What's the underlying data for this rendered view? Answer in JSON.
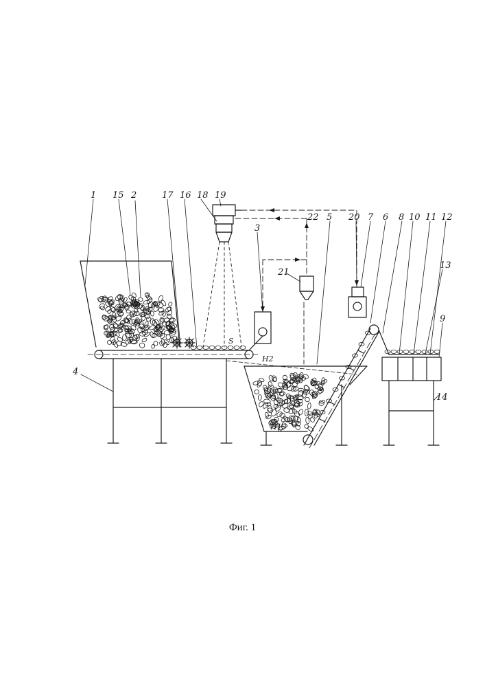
{
  "figure": {
    "caption": "Фиг. 1",
    "callouts": [
      "1",
      "15",
      "2",
      "17",
      "16",
      "18",
      "19",
      "3",
      "22",
      "5",
      "20",
      "7",
      "6",
      "8",
      "10",
      "11",
      "12",
      "13",
      "9",
      "4",
      "14",
      "21"
    ],
    "inline_labels": {
      "s": "S",
      "h1": "H1",
      "h2": "H2"
    }
  }
}
